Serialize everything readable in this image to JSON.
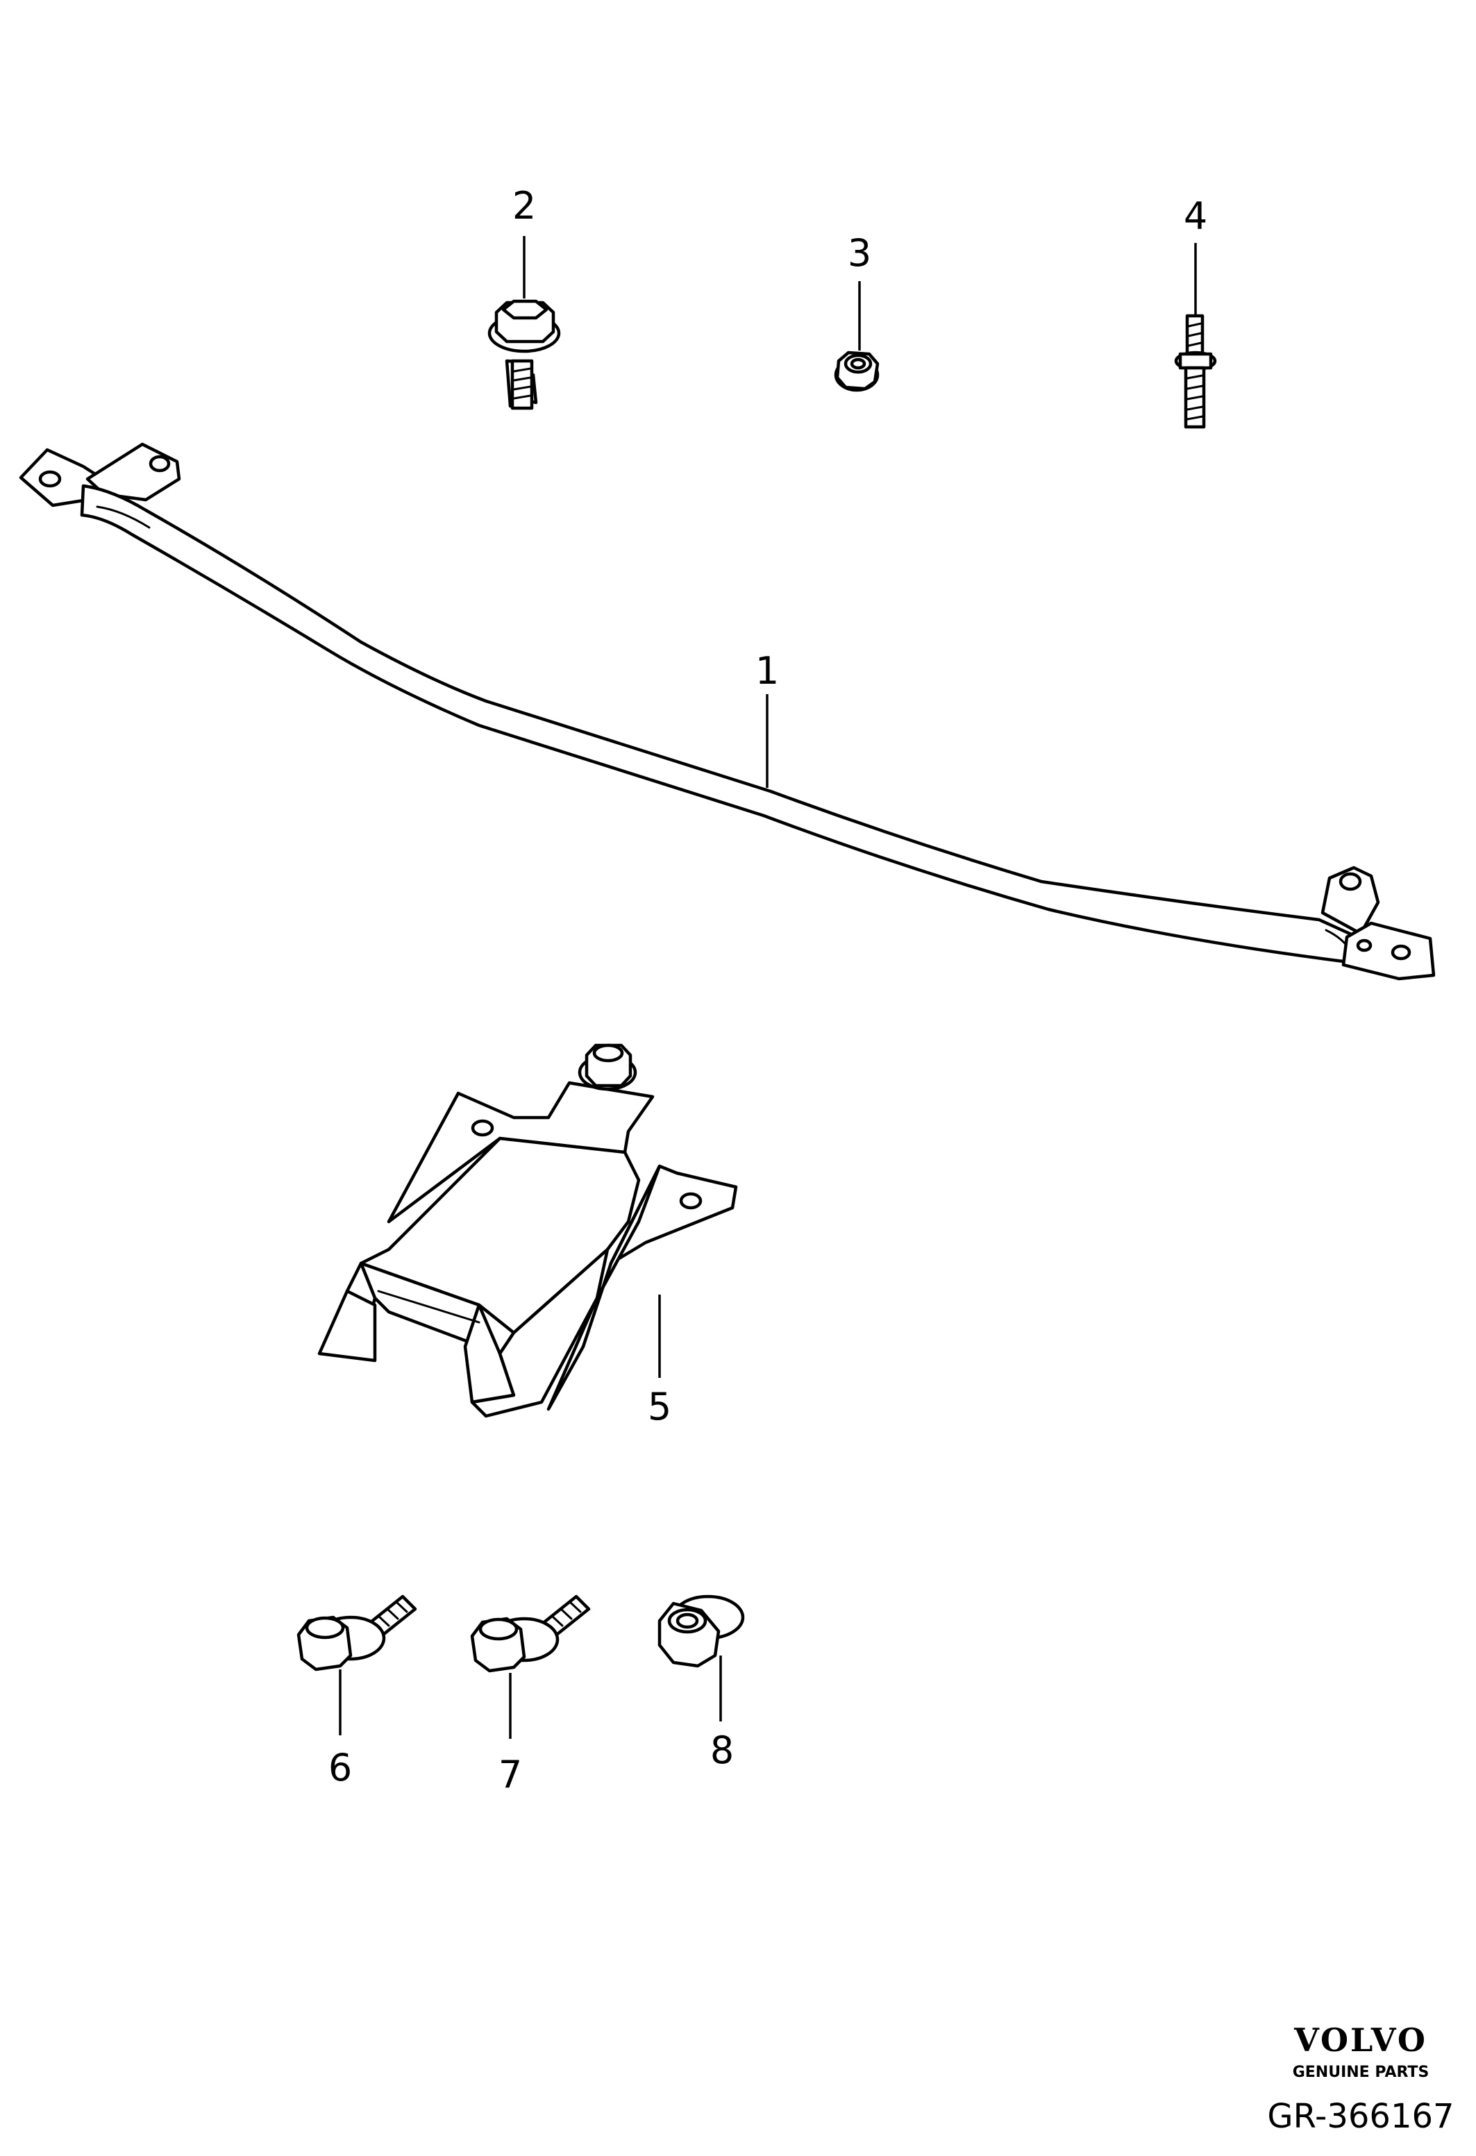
{
  "callouts": {
    "c1": "1",
    "c2": "2",
    "c3": "3",
    "c4": "4",
    "c5": "5",
    "c6": "6",
    "c7": "7",
    "c8": "8"
  },
  "brand": {
    "logo_text": "VOLVO",
    "tagline": "GENUINE PARTS",
    "reference": "GR-366167"
  },
  "colors": {
    "line": "#000000",
    "background": "#ffffff"
  }
}
